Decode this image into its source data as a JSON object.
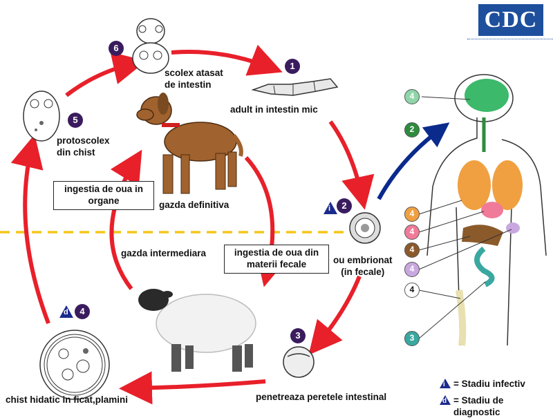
{
  "logo": {
    "text": "CDC"
  },
  "stages": {
    "s1": {
      "num": "1",
      "label": "adult in intestin mic"
    },
    "s2": {
      "num": "2",
      "label_line1": "ou embrionat",
      "label_line2": "(in fecale)"
    },
    "s3": {
      "num": "3",
      "label": "penetreaza peretele intestinal"
    },
    "s4": {
      "num": "4",
      "label": "chist hidatic in ficat,plamini"
    },
    "s5": {
      "num": "5",
      "label_line1": "protoscolex",
      "label_line2": "din chist"
    },
    "s6": {
      "num": "6",
      "label_line1": "scolex atasat",
      "label_line2": "de intestin"
    }
  },
  "hosts": {
    "definitive": "gazda definitiva",
    "intermediate": "gazda intermediara"
  },
  "boxes": {
    "organs_line1": "ingestia de oua in",
    "organs_line2": "organe",
    "feces_line1": "ingestia de oua din",
    "feces_line2": "materii fecale"
  },
  "legend": {
    "infective_symbol": "i",
    "infective_label": "= Stadiu infectiv",
    "diagnostic_symbol": "d",
    "diagnostic_label_line1": "= Stadiu de",
    "diagnostic_label_line2": "diagnostic"
  },
  "human": {
    "badges": [
      "4",
      "2",
      "4",
      "4",
      "4",
      "4",
      "4",
      "3"
    ],
    "badge_colors": [
      "#8fd6a8",
      "#2e8b3e",
      "#f0a040",
      "#f07a9a",
      "#8b5a2b",
      "#c9a8e0",
      "#ffffff",
      "#3aa8a0"
    ]
  },
  "colors": {
    "cycle_arrow": "#e8202a",
    "human_arrow": "#0a2a8c",
    "divider": "#f5c518",
    "stage_badge": "#3a1c5e"
  }
}
